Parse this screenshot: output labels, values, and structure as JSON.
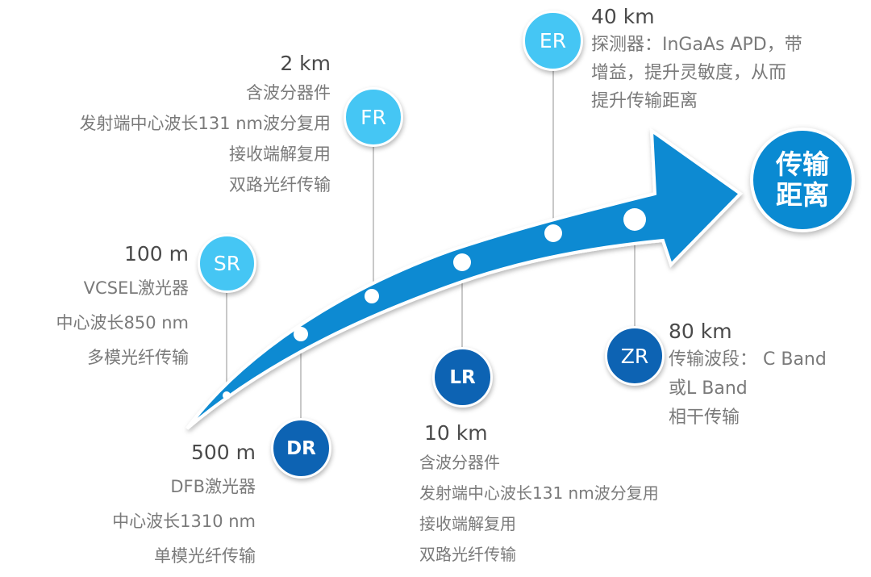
{
  "colors": {
    "arrow": "#0a8ad2",
    "light_badge": "#45c6f4",
    "dark_badge": "#0d63b3",
    "big_badge": "#0a8ad2",
    "text_gray": "#7a7a7a",
    "text_dark": "#4a4a4a"
  },
  "goal": {
    "line1": "传输",
    "line2": "距离"
  },
  "items": {
    "sr": {
      "code": "SR",
      "distance": "100 m",
      "lines": [
        "VCSEL激光器",
        "中心波长850 nm",
        "多模光纤传输"
      ]
    },
    "dr": {
      "code": "DR",
      "distance": "500 m",
      "lines": [
        "DFB激光器",
        "中心波长1310 nm",
        "单模光纤传输"
      ]
    },
    "fr": {
      "code": "FR",
      "distance": "2 km",
      "lines": [
        "含波分器件",
        "发射端中心波长131 nm波分复用",
        "接收端解复用",
        "双路光纤传输"
      ]
    },
    "lr": {
      "code": "LR",
      "distance": "10 km",
      "lines": [
        "含波分器件",
        "发射端中心波长131 nm波分复用",
        "接收端解复用",
        "双路光纤传输"
      ]
    },
    "er": {
      "code": "ER",
      "distance": "40 km",
      "lines": [
        "探测器：InGaAs APD，带",
        "增益，提升灵敏度，从而",
        "提升传输距离"
      ]
    },
    "zr": {
      "code": "ZR",
      "distance": "80 km",
      "lines": [
        "传输波段： C Band",
        "或L Band",
        "相干传输"
      ]
    }
  }
}
